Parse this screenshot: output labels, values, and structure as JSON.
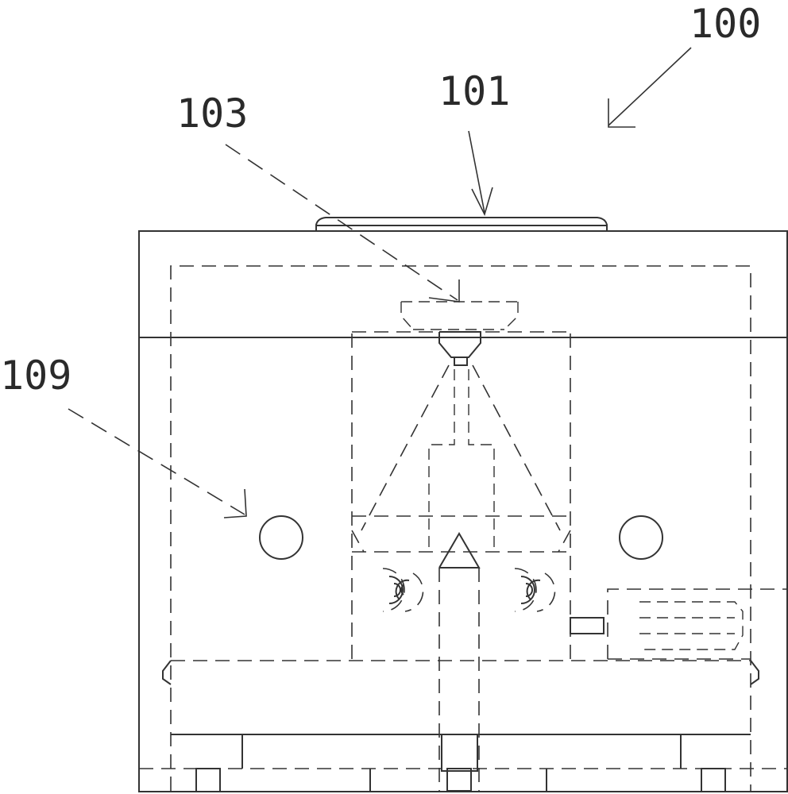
{
  "labels": {
    "ref_100": "100",
    "ref_101": "101",
    "ref_103": "103",
    "ref_109": "109"
  },
  "line_color": "#333333",
  "background": "#ffffff"
}
